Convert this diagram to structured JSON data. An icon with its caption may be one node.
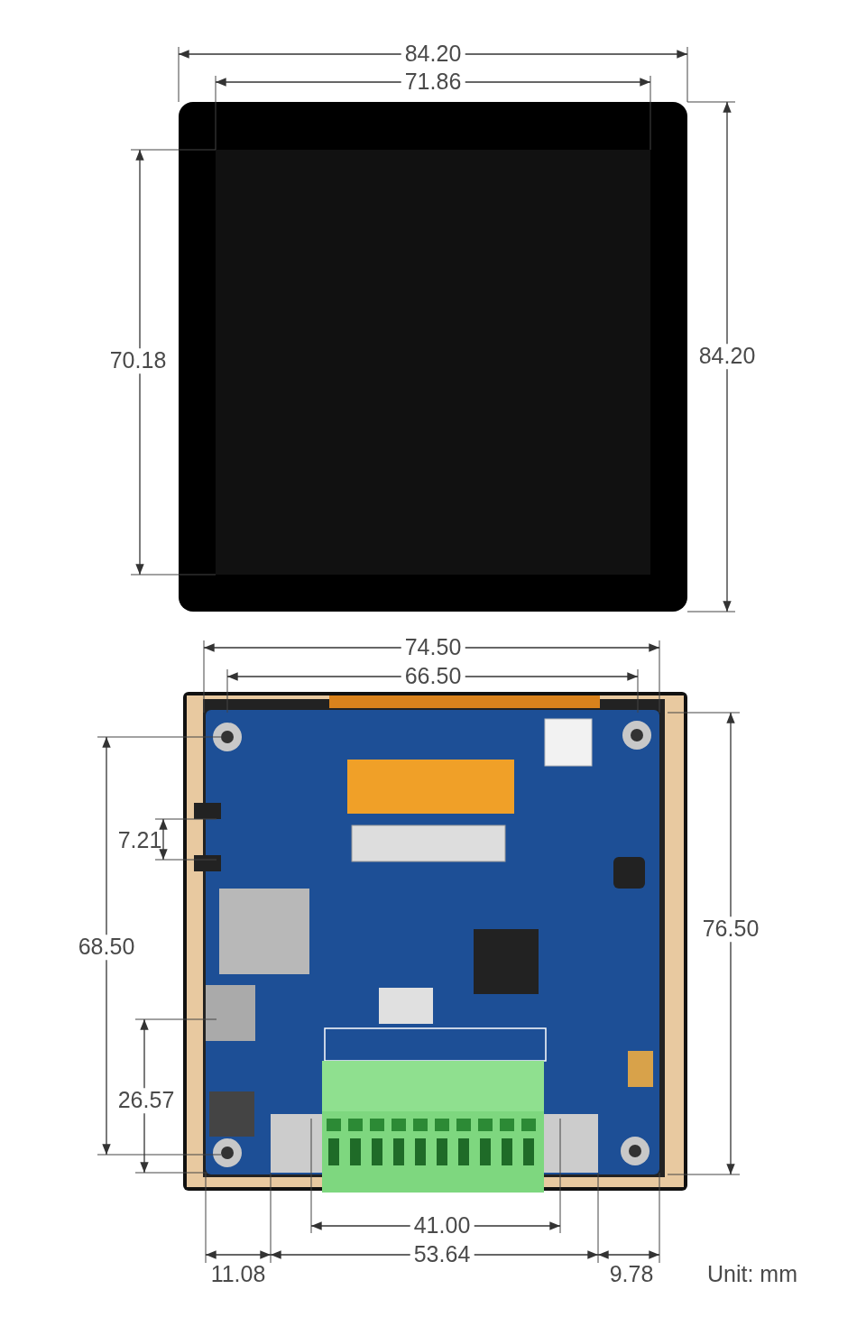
{
  "diagram": {
    "labels": [
      "84.20",
      "71.86",
      "70.18",
      "84.20",
      "74.50",
      "66.50",
      "7.21",
      "68.50",
      "76.50",
      "26.57",
      "41.00",
      "53.64",
      "11.08",
      "9.78",
      "Unit: mm"
    ]
  }
}
